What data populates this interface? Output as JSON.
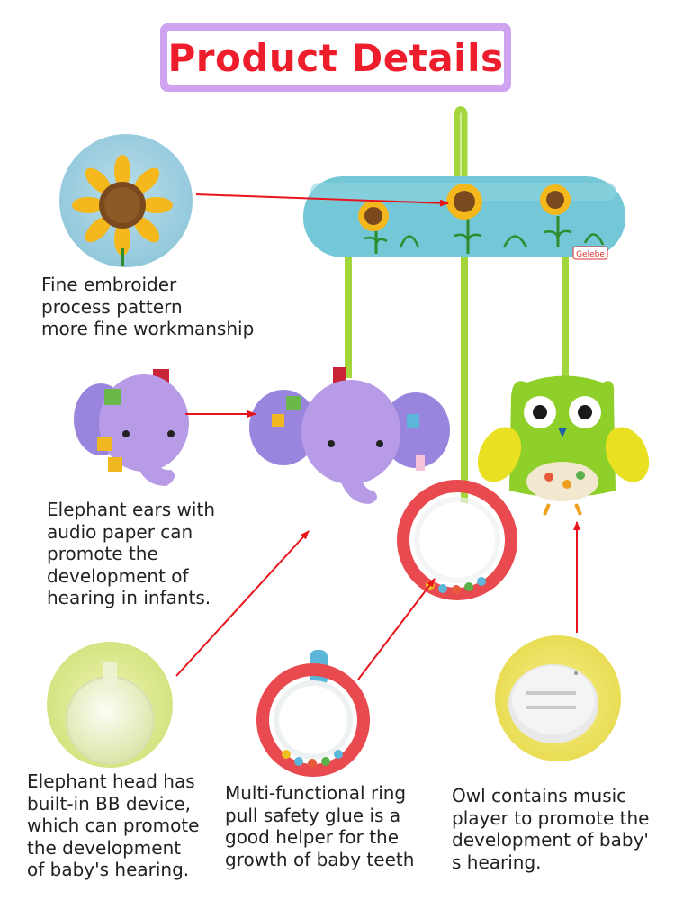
{
  "title": "Product Details",
  "toy_brand_tag": "Gelebe",
  "captions": {
    "embroidery": [
      "Fine embroider",
      "process pattern",
      "more fine workmanship"
    ],
    "elephant_ears": [
      "Elephant ears with",
      "audio paper can",
      "promote the",
      "development of",
      "hearing in infants."
    ],
    "bb_device": [
      "Elephant head has",
      "built-in BB device,",
      "which can promote",
      "the development",
      "of baby's hearing."
    ],
    "ring": [
      "Multi-functional ring",
      "pull safety glue is a",
      "good helper for the",
      "growth of baby teeth"
    ],
    "music_player": [
      "Owl contains music",
      "player to promote the",
      "development of baby'",
      "s hearing."
    ]
  },
  "colors": {
    "title_red": "#ee1d2c",
    "frame_purple": "#cfa3f0",
    "arrow_red": "#e8141c",
    "bar_blue": "#74c7d6",
    "ribbon_green": "#a3d63a",
    "elephant_purple": "#b79be6",
    "owl_green": "#8fcf2a",
    "ring_red": "#e84a4f"
  }
}
